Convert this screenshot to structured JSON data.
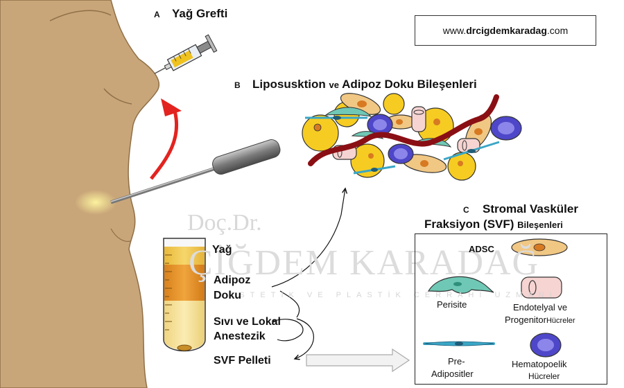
{
  "website": {
    "prefix": "www.",
    "name": "drcigdemkaradag",
    "suffix": ".com"
  },
  "watermark": {
    "line1": "Doç.Dr.",
    "line2": "ÇİĞDEM KARADAĞ",
    "line3": "ESTETİK VE PLASTİK CERRAHİ UZMANI"
  },
  "section_a": {
    "letter": "A",
    "title": "Yağ Grefti"
  },
  "section_b": {
    "letter": "B",
    "title_part1": "Liposusktion",
    "title_part2": "ve",
    "title_part3": "Adipoz Doku Bileşenleri"
  },
  "section_c": {
    "letter": "C",
    "title_line1": "Stromal Vasküler",
    "title_line2": "Fraksiyon (SVF)",
    "title_line2_small": "Bileşenleri"
  },
  "tube": {
    "fat": "Yağ",
    "adipose_line1": "Adipoz",
    "adipose_line2": "Doku",
    "fluid_line1": "Sıvı ve Lokal",
    "fluid_line2": "Anestezik",
    "pellet": "SVF Pelleti"
  },
  "legend": {
    "adsc": "ADSC",
    "pericyte": "Perisite",
    "endothelial_line1": "Endotelyal ve",
    "endothelial_line2": "Progenitor",
    "endothelial_line2_small": "Hücreler",
    "preadipocyte_line1": "Pre-",
    "preadipocyte_line2": "Adipositler",
    "hemato_line1": "Hematopoelik",
    "hemato_line2": "Hücreler"
  },
  "colors": {
    "skin": "#c9a679",
    "skin_outline": "#8e6f48",
    "arrow_red": "#e3231f",
    "adipocyte": "#f6cc22",
    "nucleus": "#d77a22",
    "adsc": "#f1c784",
    "endothelial": "#f6d4d2",
    "pericyte": "#6fc8b5",
    "hematopoietic": "#4e47c9",
    "preadipocyte": "#3aa6c6",
    "vessel": "#8a0f14"
  }
}
